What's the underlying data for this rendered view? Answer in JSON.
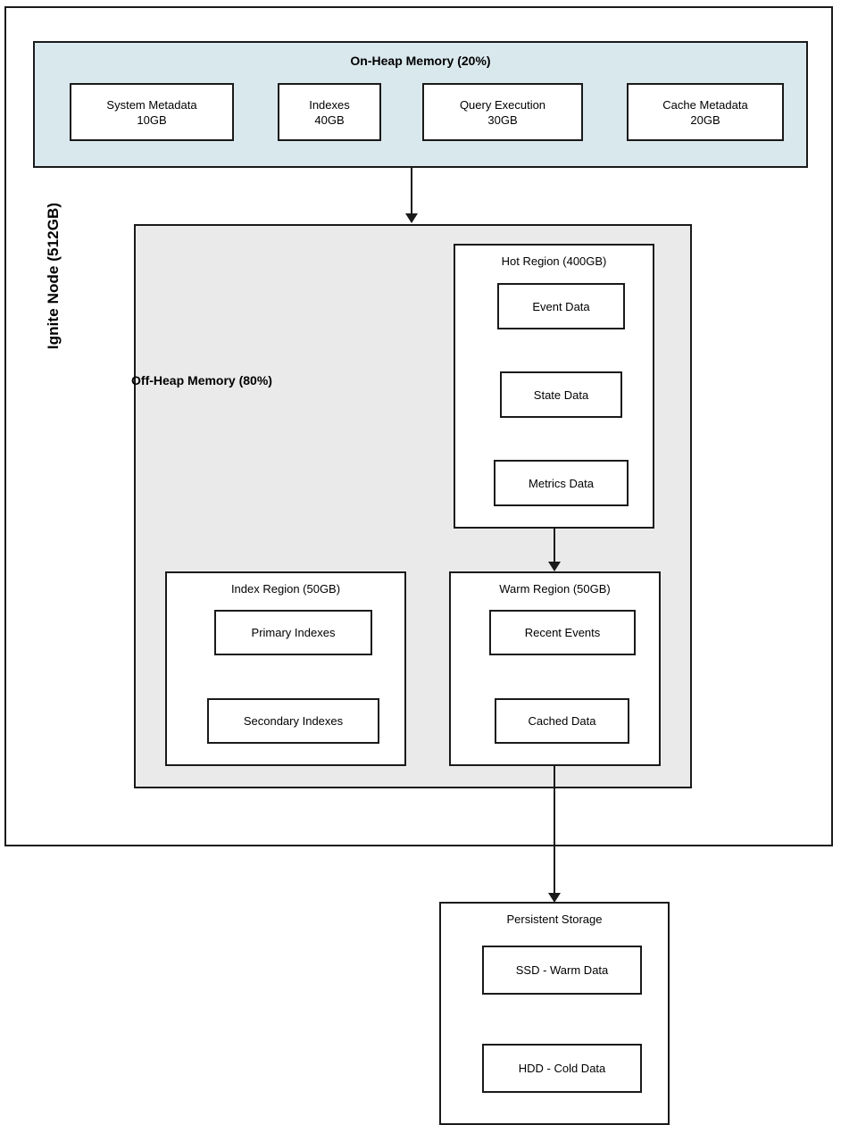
{
  "node": {
    "label": "Ignite Node (512GB)"
  },
  "on_heap": {
    "title": "On-Heap Memory (20%)",
    "items": [
      {
        "name": "System Metadata",
        "size": "10GB"
      },
      {
        "name": "Indexes",
        "size": "40GB"
      },
      {
        "name": "Query Execution",
        "size": "30GB"
      },
      {
        "name": "Cache Metadata",
        "size": "20GB"
      }
    ]
  },
  "off_heap": {
    "title": "Off-Heap Memory (80%)",
    "hot_region": {
      "title": "Hot Region (400GB)",
      "items": [
        {
          "name": "Event Data"
        },
        {
          "name": "State Data"
        },
        {
          "name": "Metrics Data"
        }
      ]
    },
    "index_region": {
      "title": "Index Region (50GB)",
      "items": [
        {
          "name": "Primary Indexes"
        },
        {
          "name": "Secondary Indexes"
        }
      ]
    },
    "warm_region": {
      "title": "Warm Region (50GB)",
      "items": [
        {
          "name": "Recent Events"
        },
        {
          "name": "Cached Data"
        }
      ]
    }
  },
  "persistent_storage": {
    "title": "Persistent Storage",
    "items": [
      {
        "name": "SSD - Warm Data"
      },
      {
        "name": "HDD - Cold Data"
      }
    ]
  },
  "colors": {
    "on_heap_fill": "#d9e8ed",
    "off_heap_fill": "#eaeaea",
    "stroke": "#1a1a1a",
    "box_fill": "#ffffff"
  }
}
